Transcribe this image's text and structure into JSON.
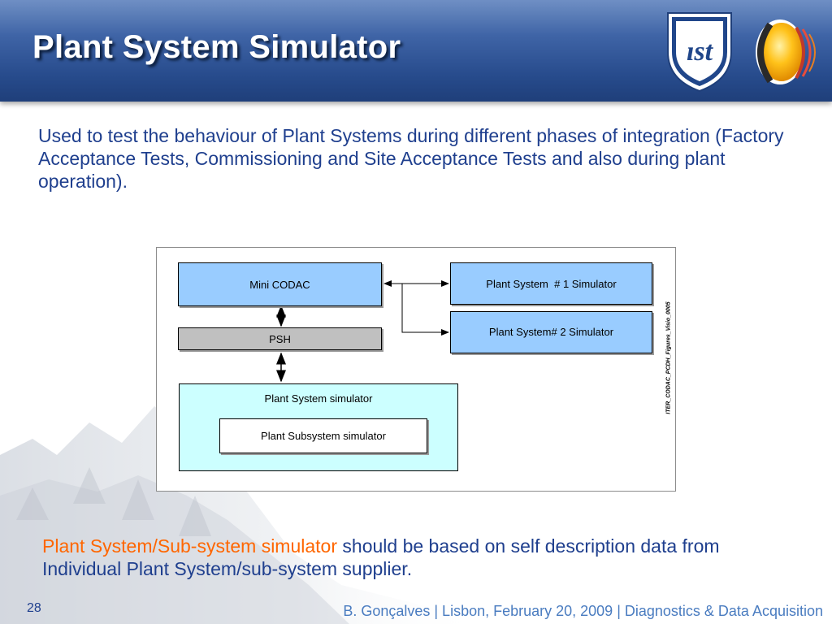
{
  "slide": {
    "title": "Plant System Simulator",
    "intro": "Used to test the behaviour of Plant Systems during different phases of integration (Factory Acceptance Tests, Commissioning and Site Acceptance Tests and also during plant operation).",
    "diagram": {
      "mini_codac": "Mini CODAC",
      "psh": "PSH",
      "ps1": "Plant System  # 1 Simulator",
      "ps2": "Plant System# 2 Simulator",
      "ps_sim": "Plant System simulator",
      "subsys_sim": "Plant Subsystem simulator",
      "figure_id": "ITER_CODAC_PCDH_Figures_Visio_0005"
    },
    "note_highlight": "Plant System/Sub-system simulator",
    "note_rest": " should be based on self description data from Individual Plant System/sub-system supplier.",
    "page_number": "28",
    "footer": "B. Gonçalves | Lisbon, February 20, 2009 | Diagnostics & Data Acquisition"
  },
  "colors": {
    "header": "#274b8c",
    "body_text": "#1f3f8e",
    "highlight": "#ff6600",
    "blue_box": "#99ccff",
    "grey_box": "#c0c0c0",
    "cyan_box": "#ccffff"
  },
  "icons": [
    "ist-shield-logo",
    "ipfn-sphere-logo"
  ]
}
